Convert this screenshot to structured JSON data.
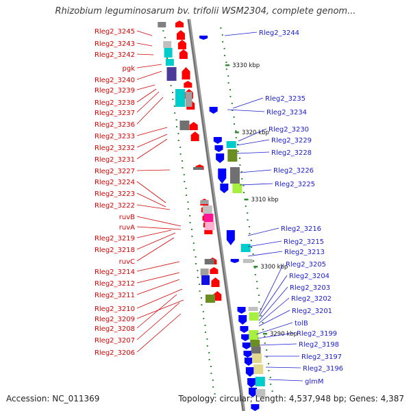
{
  "title": "Rhizobium leguminosarum bv. trifolii WSM2304, complete genom...",
  "footer": {
    "accession": "Accession: NC_011369",
    "topology": "Topology: circular; Length: 4,537,948 bp; Genes: 4,387"
  },
  "scale_labels": [
    "3330 kbp",
    "3320 kbp",
    "3310 kbp",
    "3300 kbp",
    "3290 kbp"
  ],
  "left_labels": [
    "Rleg2_3245",
    "Rleg2_3243",
    "Rleg2_3242",
    "pgk",
    "Rleg2_3240",
    "Rleg2_3239",
    "Rleg2_3238",
    "Rleg2_3237",
    "Rleg2_3236",
    "Rleg2_3233",
    "Rleg2_3232",
    "Rleg2_3231",
    "Rleg2_3227",
    "Rleg2_3224",
    "Rleg2_3223",
    "Rleg2_3222",
    "ruvB",
    "ruvA",
    "Rleg2_3219",
    "Rleg2_3218",
    "ruvC",
    "Rleg2_3214",
    "Rleg2_3212",
    "Rleg2_3211",
    "Rleg2_3210",
    "Rleg2_3209",
    "Rleg2_3208",
    "Rleg2_3207",
    "Rleg2_3206"
  ],
  "right_labels": [
    "Rleg2_3244",
    "Rleg2_3235",
    "Rleg2_3234",
    "Rleg2_3230",
    "Rleg2_3229",
    "Rleg2_3228",
    "Rleg2_3226",
    "Rleg2_3225",
    "Rleg2_3216",
    "Rleg2_3215",
    "Rleg2_3213",
    "Rleg2_3205",
    "Rleg2_3204",
    "Rleg2_3203",
    "Rleg2_3202",
    "Rleg2_3201",
    "tolB",
    "Rleg2_3199",
    "Rleg2_3198",
    "Rleg2_3197",
    "Rleg2_3196",
    "glmM"
  ],
  "colors": {
    "forward_strand": "#ff0000",
    "reverse_strand": "#0000ff",
    "left_label": "#d40000",
    "right_label": "#1a1ad0",
    "backbone": "#777777",
    "cog_gray": "#808080",
    "cog_cyan": "#00cccc",
    "cog_purple": "#4a3a9a",
    "cog_pink": "#ff1493",
    "cog_lightgreen": "#a8f040",
    "cog_olive": "#6b8e23",
    "cog_khaki": "#e0d890"
  }
}
